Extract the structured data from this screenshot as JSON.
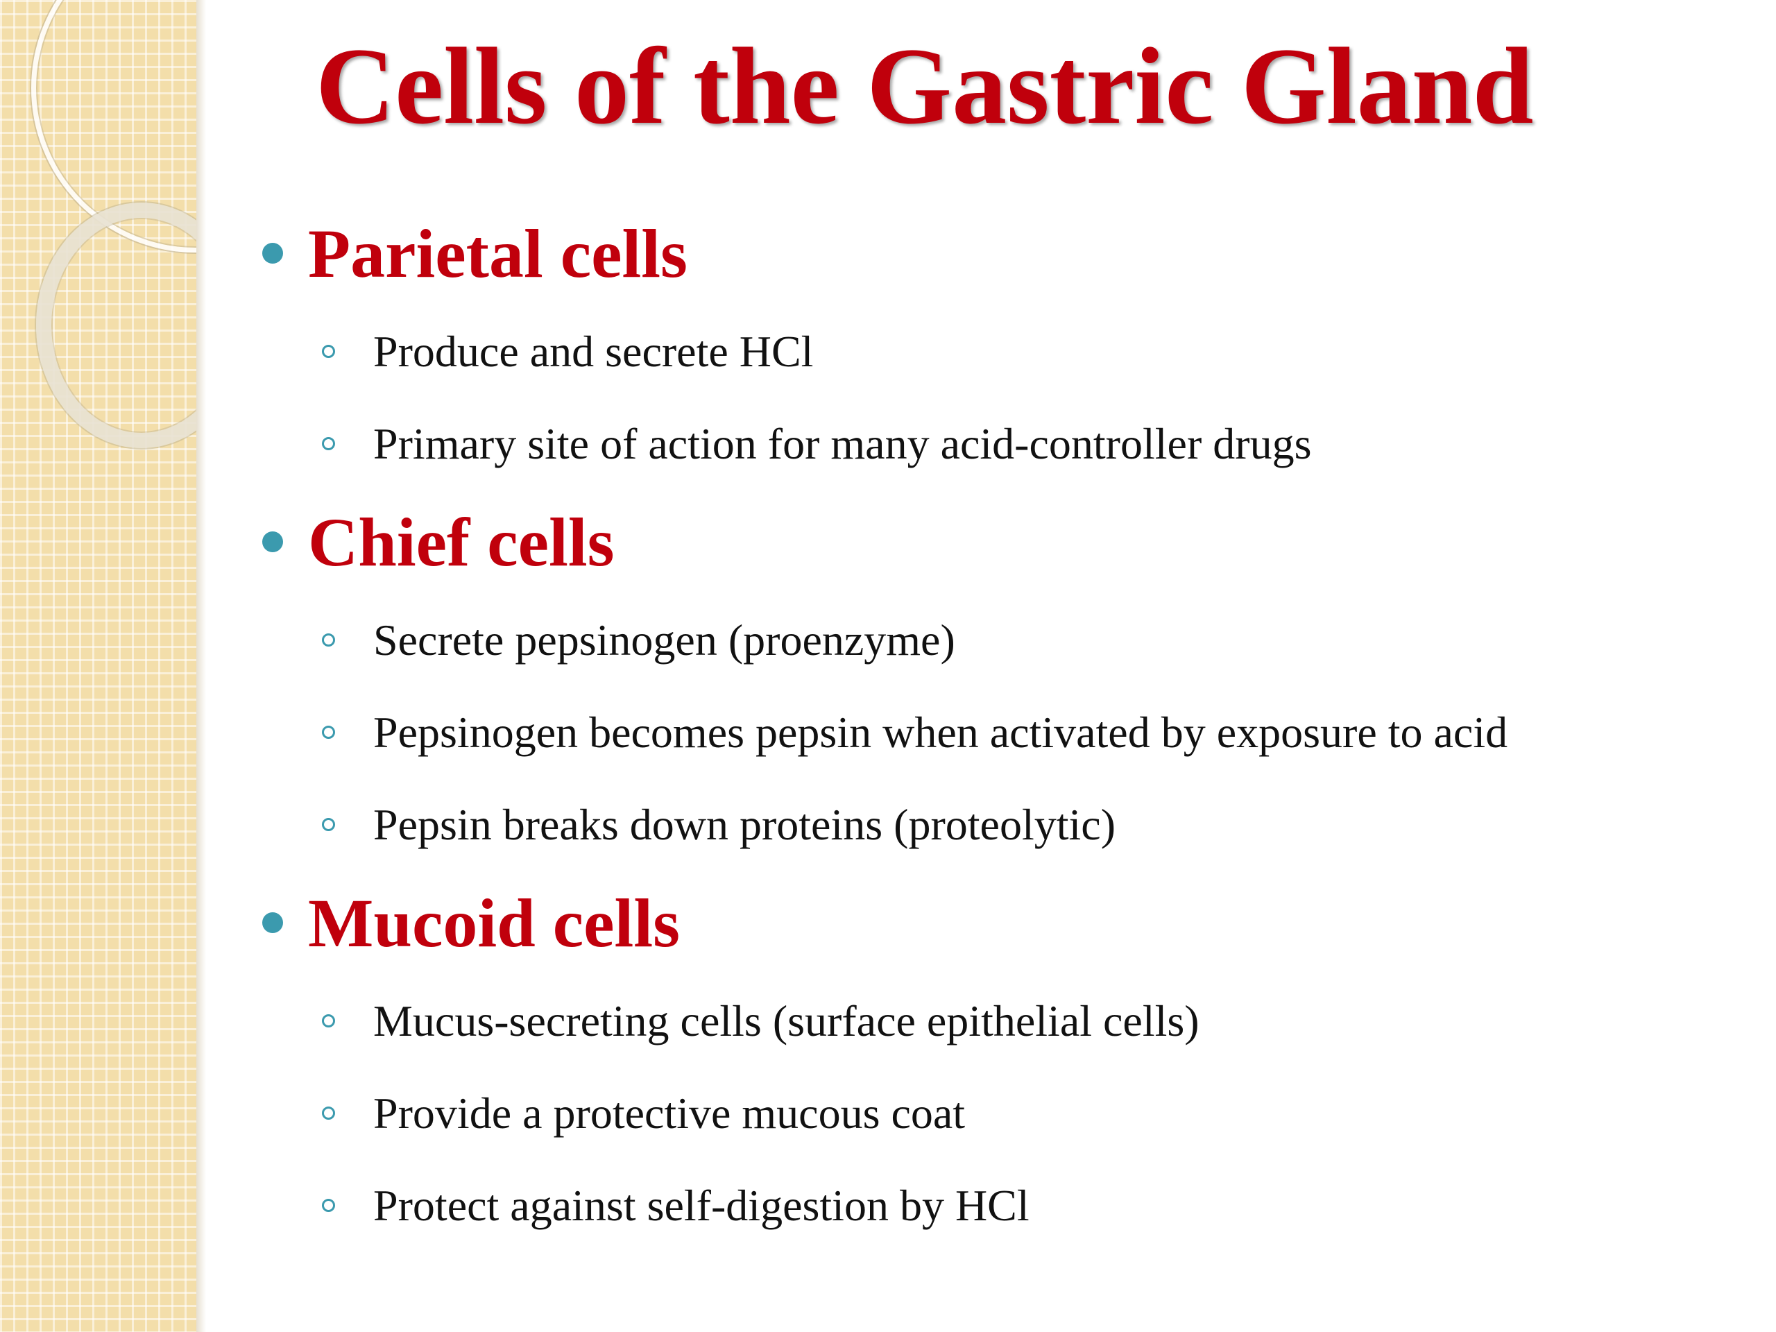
{
  "slide": {
    "title": "Cells of the Gastric Gland",
    "colors": {
      "title": "#c0000c",
      "heading": "#c0000c",
      "bullet": "#3b9aae",
      "text": "#111111",
      "side_band": "#f3deaa"
    },
    "sections": [
      {
        "heading": "Parietal cells",
        "items": [
          "Produce and secrete HCl",
          "Primary site of action for many acid-controller drugs"
        ]
      },
      {
        "heading": "Chief cells",
        "items": [
          "Secrete pepsinogen (proenzyme)",
          "Pepsinogen becomes pepsin when activated by exposure to acid",
          "Pepsin breaks down proteins (proteolytic)"
        ]
      },
      {
        "heading": "Mucoid cells",
        "items": [
          "Mucus-secreting cells (surface epithelial cells)",
          "Provide a protective mucous coat",
          "Protect against self-digestion by HCl"
        ]
      }
    ]
  }
}
